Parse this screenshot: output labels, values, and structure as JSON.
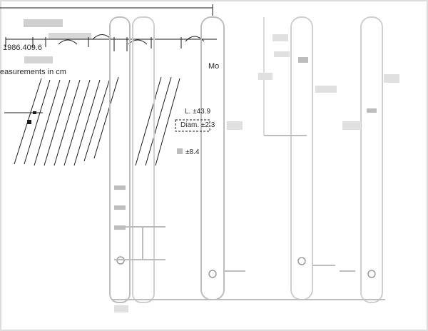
{
  "drawing": {
    "top_left_label": "1986.409.6",
    "units_note": "easurements in cm",
    "front_right_truncated": "Mo",
    "length_label": "L. ±43.9",
    "diameter_label": "Diam. ±2.3",
    "small_dim_label": "±8.4"
  },
  "colors": {
    "line": "#1a1a1a",
    "faint": "#bdbdbd",
    "background": "#ffffff"
  }
}
